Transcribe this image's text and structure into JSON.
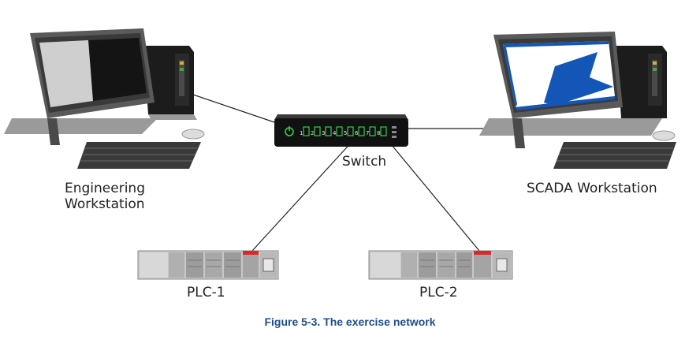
{
  "nodes": {
    "engineering": "Engineering Workstation",
    "engineering_line1": "Engineering",
    "engineering_line2": "Workstation",
    "scada": "SCADA Workstation",
    "switch": "Switch",
    "plc1": "PLC-1",
    "plc2": "PLC-2"
  },
  "switch_port_labels": [
    "1",
    "2",
    "3",
    "4",
    "5",
    "6",
    "7",
    "8"
  ],
  "caption": "Figure 5-3. The exercise network",
  "colors": {
    "caption": "#1f4e8c",
    "link": "#222222",
    "port_led": "#2fd04a",
    "scada_screen": "#1456b8",
    "plc_alarm": "#d62a2a"
  }
}
